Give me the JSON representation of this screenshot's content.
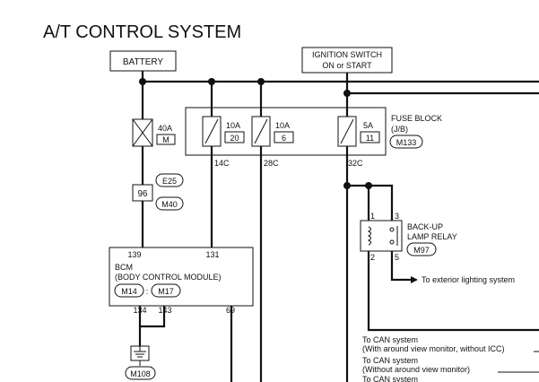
{
  "title": "A/T CONTROL SYSTEM",
  "battery": {
    "label": "BATTERY"
  },
  "ignition": {
    "line1": "IGNITION SWITCH",
    "line2": "ON or START"
  },
  "fusible_link": {
    "rating": "40A",
    "id": "M"
  },
  "fuse_block": {
    "name_line1": "FUSE BLOCK",
    "name_line2": "(J/B)",
    "connector": "M133",
    "fuses": [
      {
        "rating": "10A",
        "number": "20",
        "terminal": "14C"
      },
      {
        "rating": "10A",
        "number": "6",
        "terminal": "28C"
      },
      {
        "rating": "5A",
        "number": "11",
        "terminal": "32C"
      }
    ]
  },
  "joint": {
    "pin": "96",
    "connectors": [
      "E25",
      "M40"
    ]
  },
  "bcm": {
    "line1": "BCM",
    "line2": "(BODY CONTROL MODULE)",
    "connectors": [
      "M14",
      "M17"
    ],
    "separator": ":",
    "pins_top": [
      "139",
      "131"
    ],
    "pins_bottom": [
      "134",
      "143",
      "69"
    ]
  },
  "ground": {
    "connector": "M108"
  },
  "relay": {
    "line1": "BACK-UP",
    "line2": "LAMP RELAY",
    "connector": "M97",
    "pins": [
      "1",
      "2",
      "3",
      "5"
    ]
  },
  "exterior_note": "To exterior lighting system",
  "can_notes": [
    "To CAN system",
    "(With around view monitor, without ICC)",
    "To CAN system",
    "(Without around view monitor)",
    "To CAN system"
  ]
}
